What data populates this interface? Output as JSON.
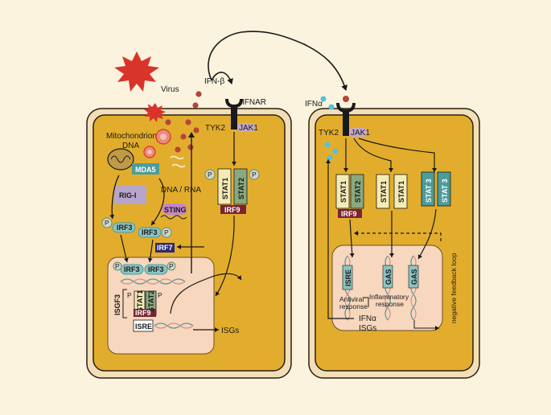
{
  "colors": {
    "background": "#fbf3de",
    "cell_outer": "#f2dfb7",
    "cytoplasm": "#e2ad2c",
    "nucleus": "#f7d7bd",
    "virus": "#d9342a",
    "teal": "#4b9c9a",
    "green": "#8aa982",
    "purple": "#b7a6cc",
    "navy": "#2b2a6f",
    "maroon": "#7b2332",
    "cream": "#f5ebb6",
    "ifn_alpha_dot": "#56c1dc",
    "ifn_beta_dot": "#b5453b"
  },
  "left_cell": {
    "virus": "Virus",
    "ifn_beta": "IFN-β",
    "ifnar": "IFNAR",
    "tyk2": "TYK2",
    "jak1": "JAK1",
    "mitochondrion": "Mitochondrion",
    "dna": "DNA",
    "mda5": "MDA5",
    "rig_i": "RIG-I",
    "dna_rna": "DNA / RNA",
    "sting": "STING",
    "irf3": "IRF3",
    "irf7": "IRF7",
    "p": "P",
    "stat1": "STAT1",
    "stat2": "STAT2",
    "irf9": "IRF9",
    "isgf3": "ISGF3",
    "isre": "ISRE",
    "isgs": "ISGs"
  },
  "right_cell": {
    "ifn_alpha": "IFNα",
    "tyk2": "TYK2",
    "jak1": "JAK1",
    "stat1": "STAT1",
    "stat2": "STAT2",
    "stat3": "STAT 3",
    "irf9": "IRF9",
    "isre": "ISRE",
    "gas": "GAS",
    "antiviral": "Antiviral",
    "response": "response",
    "inflammatory": "Inflammatory",
    "inflammatory_response": "response",
    "ifna": "IFNα",
    "isgs": "ISGs",
    "negative_feedback": "negative feedback loop"
  }
}
